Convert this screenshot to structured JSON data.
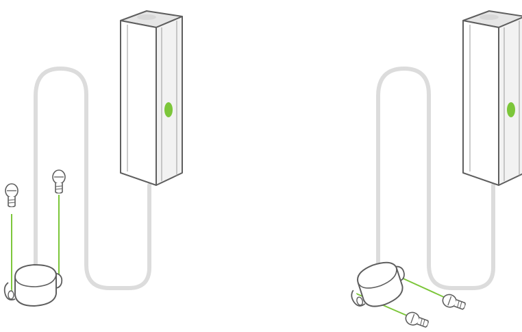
{
  "colors": {
    "background": "#ffffff",
    "outline": "#5e5e5e",
    "cable": "#dcdcdc",
    "led": "#7cc63a",
    "guide": "#7cc63a",
    "face_left": "#ffffff",
    "face_right": "#f2f2f2",
    "top": "#e6e6e6"
  },
  "panels": [
    {
      "name": "vertical-screw-mounting",
      "screw_orientation": "vertical",
      "screws": 2
    },
    {
      "name": "horizontal-screw-mounting",
      "screw_orientation": "horizontal",
      "screws": 2
    }
  ],
  "icons": [
    "sensor-unit-icon",
    "status-led-icon",
    "cable-icon",
    "cable-clip-icon",
    "screw-icon",
    "alignment-guide-icon"
  ]
}
